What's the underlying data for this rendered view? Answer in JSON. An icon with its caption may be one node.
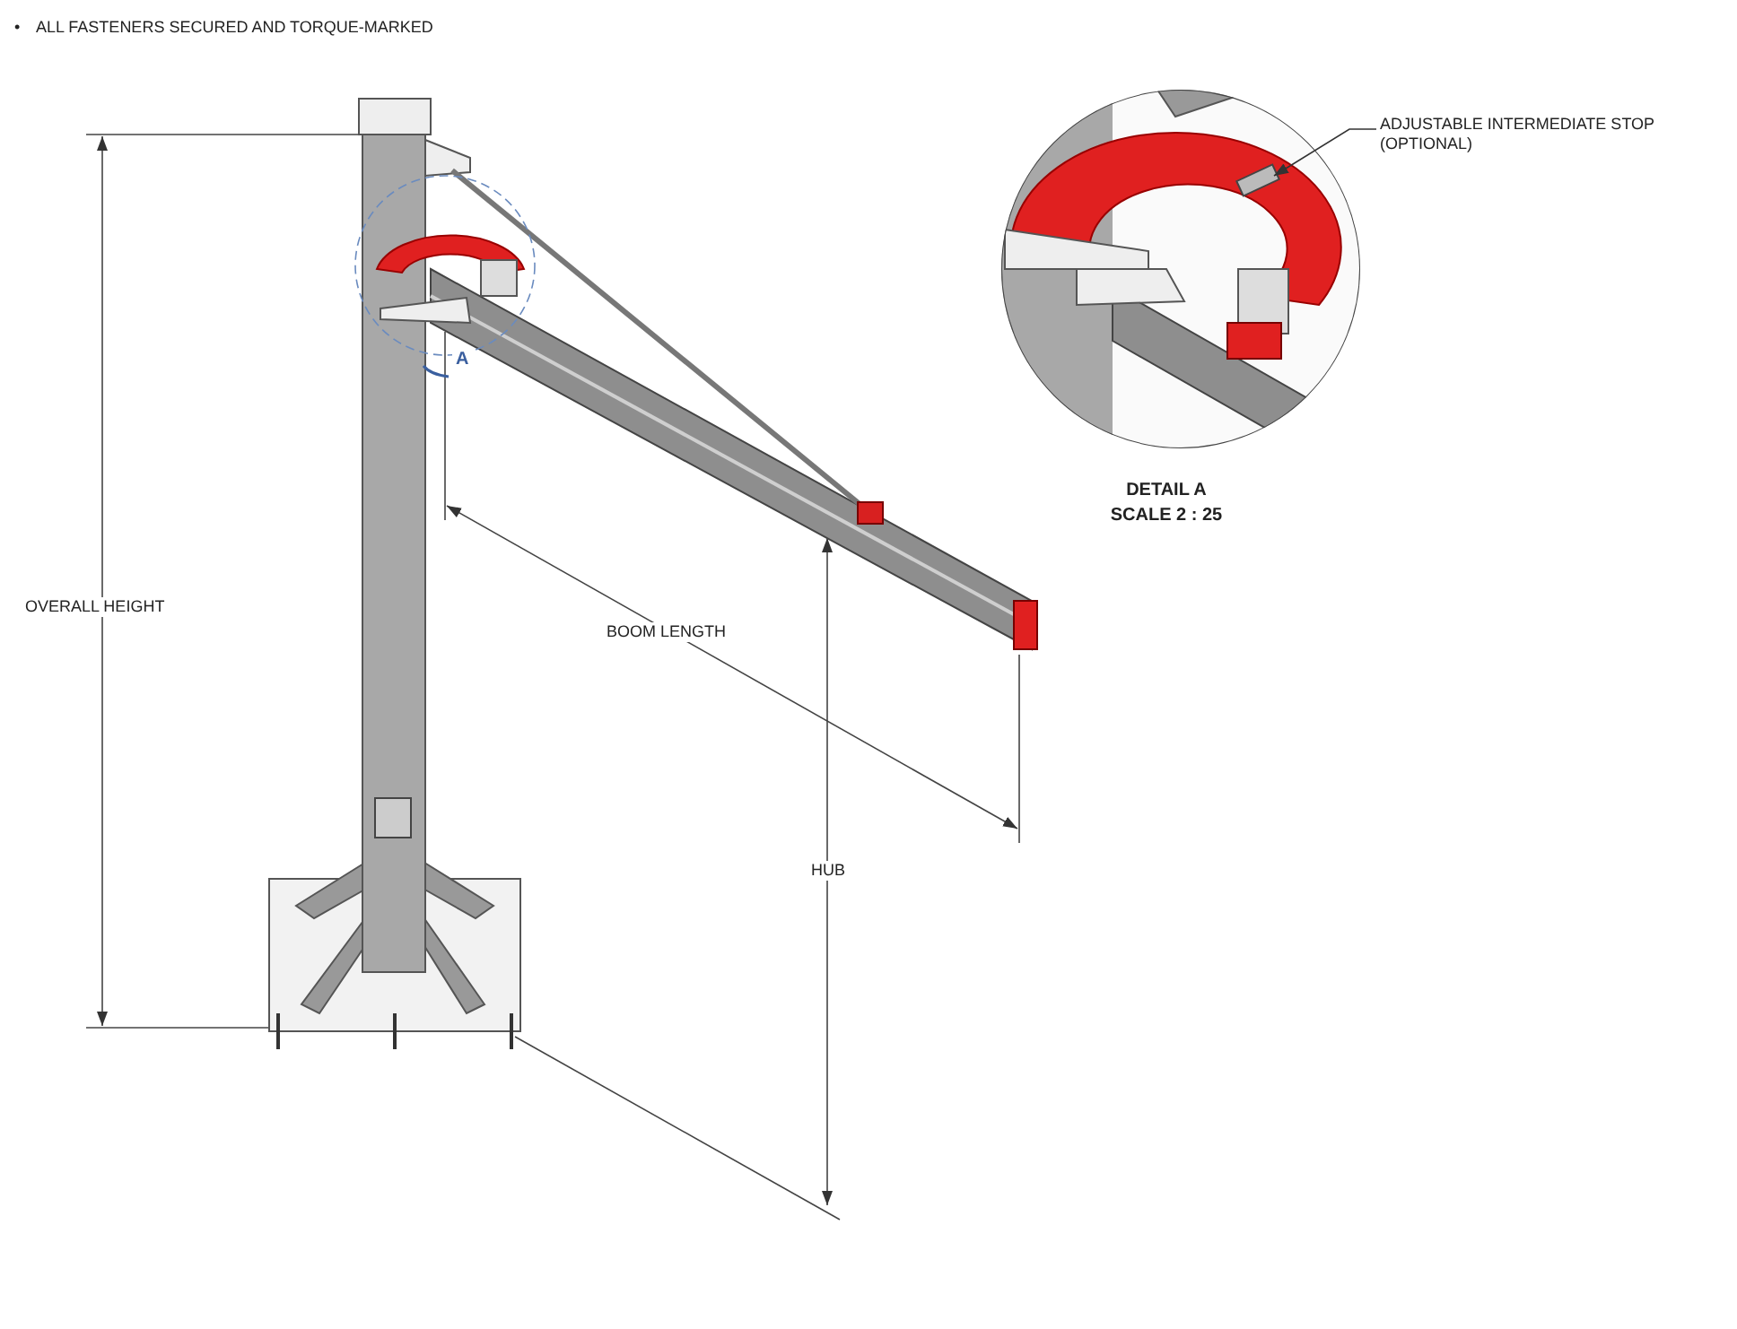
{
  "diagram": {
    "nodes": [
      {
        "text": [
          "ADJUSTABLE INTERMEDIATE STOP (OPTIONAL)"
        ]
      },
      {
        "text": [],
        "shape": "box"
      }
    ],
    "edges": [
      {
        "from": 0,
        "to": 1,
        "arrow": "to"
      }
    ],
    "labels": [
      "•",
      "ALL FASTENERS SECURED AND TORQUE-MARKED",
      "OVERALL HEIGHT",
      "A",
      "BOOM LENGTH",
      "HUB",
      "DETAIL A",
      "SCALE 2 : 25"
    ]
  }
}
